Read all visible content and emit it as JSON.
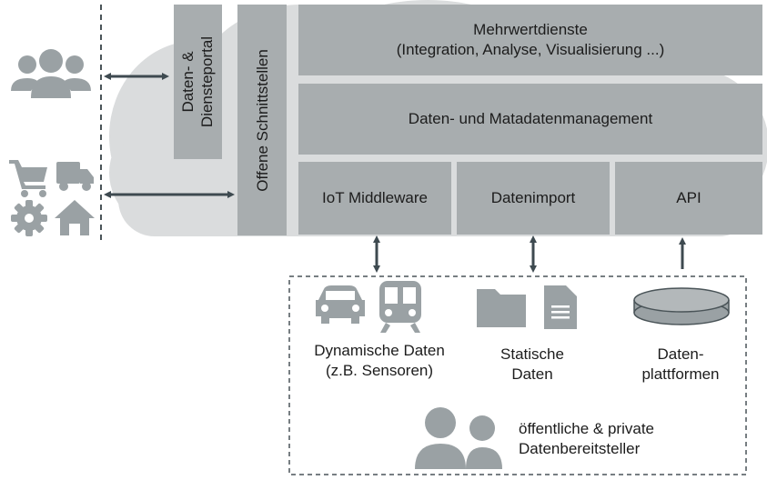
{
  "cloud": {
    "portal": "Daten- & Diensteportal",
    "portal_line1": "Daten- &",
    "portal_line2": "Diensteportal",
    "interfaces": "Offene Schnittstellen",
    "services_line1": "Mehrwertdienste",
    "services_line2": "(Integration, Analyse, Visualisierung ...)",
    "management": "Daten- und Matadatenmanagement",
    "iot": "IoT Middleware",
    "import": "Datenimport",
    "api": "API"
  },
  "left": {
    "users_icon": "users-icon",
    "cart_icon": "cart-icon",
    "truck_icon": "truck-icon",
    "gear_icon": "gear-icon",
    "home_icon": "home-icon"
  },
  "sources": {
    "dynamic_line1": "Dynamische Daten",
    "dynamic_line2": "(z.B. Sensoren)",
    "static_line1": "Statische",
    "static_line2": "Daten",
    "platforms_line1": "Daten-",
    "platforms_line2": "plattformen",
    "providers_line1": "öffentliche & private",
    "providers_line2": "Datenbereitsteller"
  },
  "colors": {
    "cloud": "#dadcdd",
    "box": "#a8adaf",
    "icon": "#9aa1a4",
    "arrow": "#3e4a50"
  }
}
